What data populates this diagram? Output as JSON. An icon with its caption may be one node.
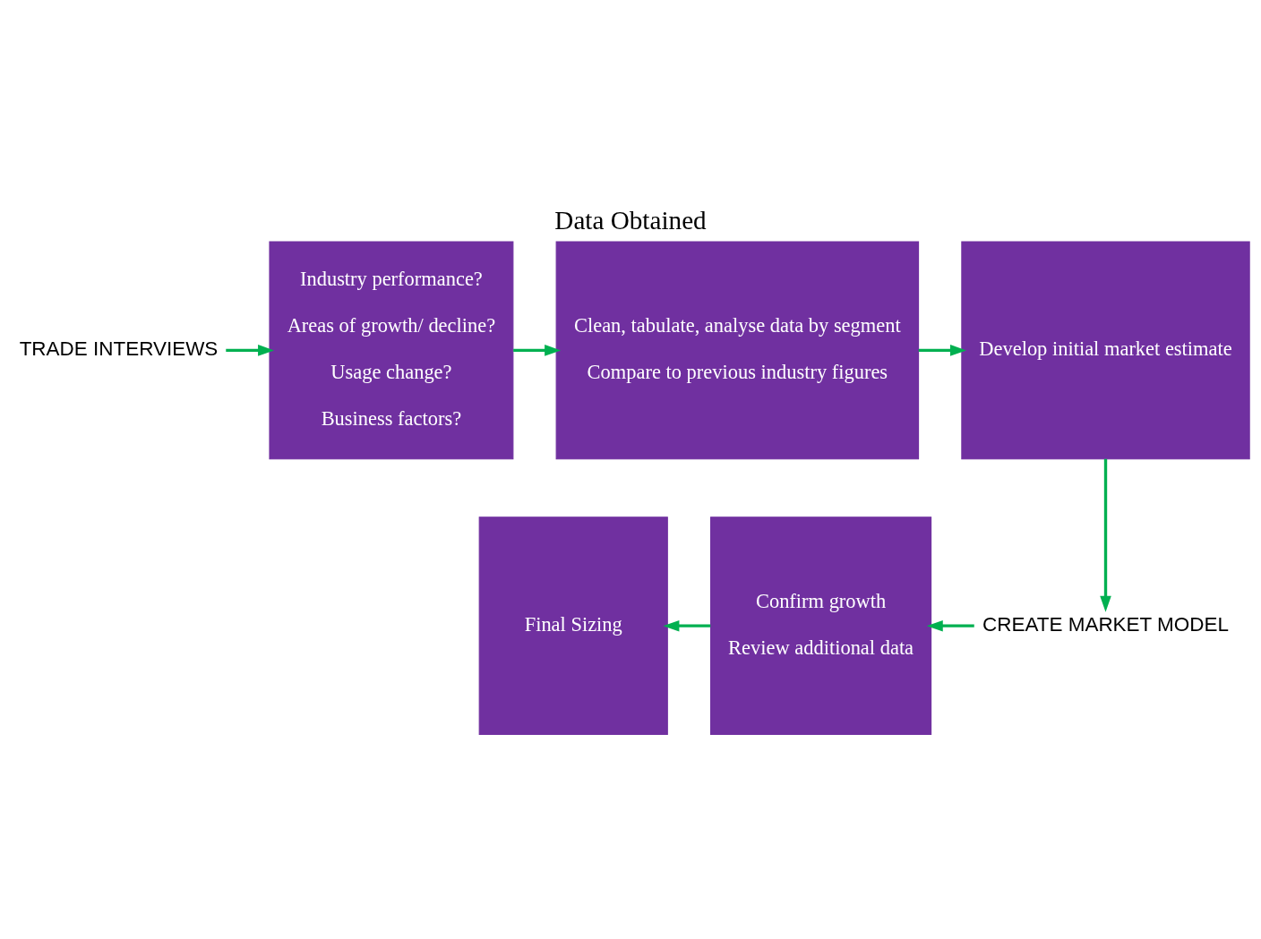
{
  "diagram": {
    "title": "Data Obtained",
    "nodes": [
      {
        "text": [
          "TRADE INTERVIEWS"
        ]
      },
      {
        "text": [
          "Industry performance?",
          "Areas of growth/ decline?",
          "Usage change?",
          "Business factors?"
        ]
      },
      {
        "text": [
          "Clean, tabulate, analyse data by segment",
          "Compare to previous industry figures"
        ]
      },
      {
        "text": [
          "Develop initial market estimate"
        ]
      },
      {
        "text": [
          "CREATE MARKET MODEL"
        ]
      },
      {
        "text": [
          "Confirm growth",
          "Review additional data"
        ]
      },
      {
        "text": [
          "Final Sizing"
        ]
      }
    ],
    "edges": [
      {
        "from": 0,
        "to": 1,
        "arrow": "to"
      },
      {
        "from": 1,
        "to": 2,
        "arrow": "to"
      },
      {
        "from": 2,
        "to": 3,
        "arrow": "to"
      },
      {
        "from": 3,
        "to": 4,
        "arrow": "to"
      },
      {
        "from": 4,
        "to": 5,
        "arrow": "to"
      },
      {
        "from": 5,
        "to": 6,
        "arrow": "to"
      }
    ]
  }
}
